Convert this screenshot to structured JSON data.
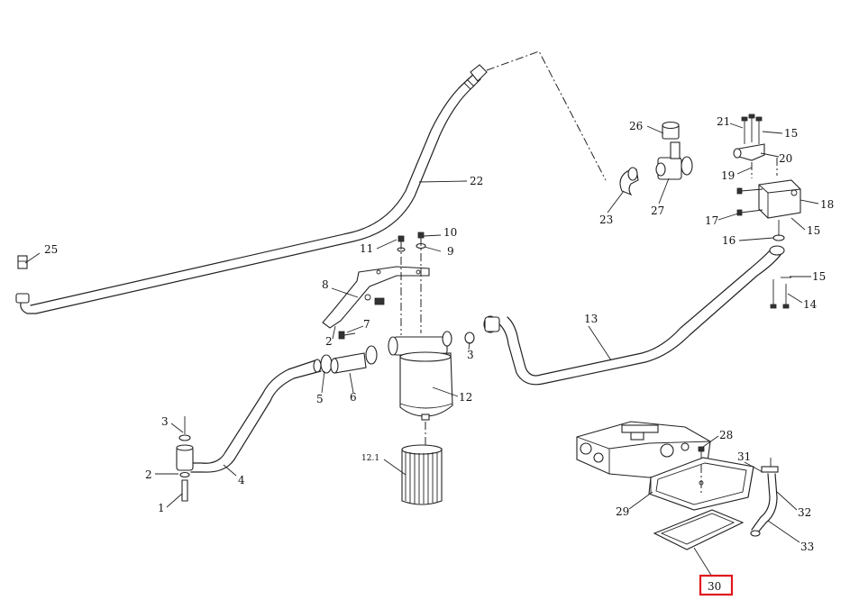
{
  "diagram": {
    "labels": {
      "p1": "1",
      "p2a": "2",
      "p2b": "2",
      "p3a": "3",
      "p3b": "3",
      "p4": "4",
      "p5": "5",
      "p6": "6",
      "p7": "7",
      "p8": "8",
      "p9": "9",
      "p10": "10",
      "p11": "11",
      "p12": "12",
      "p12_1": "12.1",
      "p13": "13",
      "p14": "14",
      "p15a": "15",
      "p15b": "15",
      "p15c": "15",
      "p16": "16",
      "p17": "17",
      "p18": "18",
      "p19": "19",
      "p20": "20",
      "p21": "21",
      "p22": "22",
      "p23": "23",
      "p25": "25",
      "p26": "26",
      "p27": "27",
      "p28": "28",
      "p29": "29",
      "p30": "30",
      "p31": "31",
      "p32": "32",
      "p33": "33"
    },
    "highlight": {
      "part": "30",
      "color": "#e0161b"
    }
  }
}
